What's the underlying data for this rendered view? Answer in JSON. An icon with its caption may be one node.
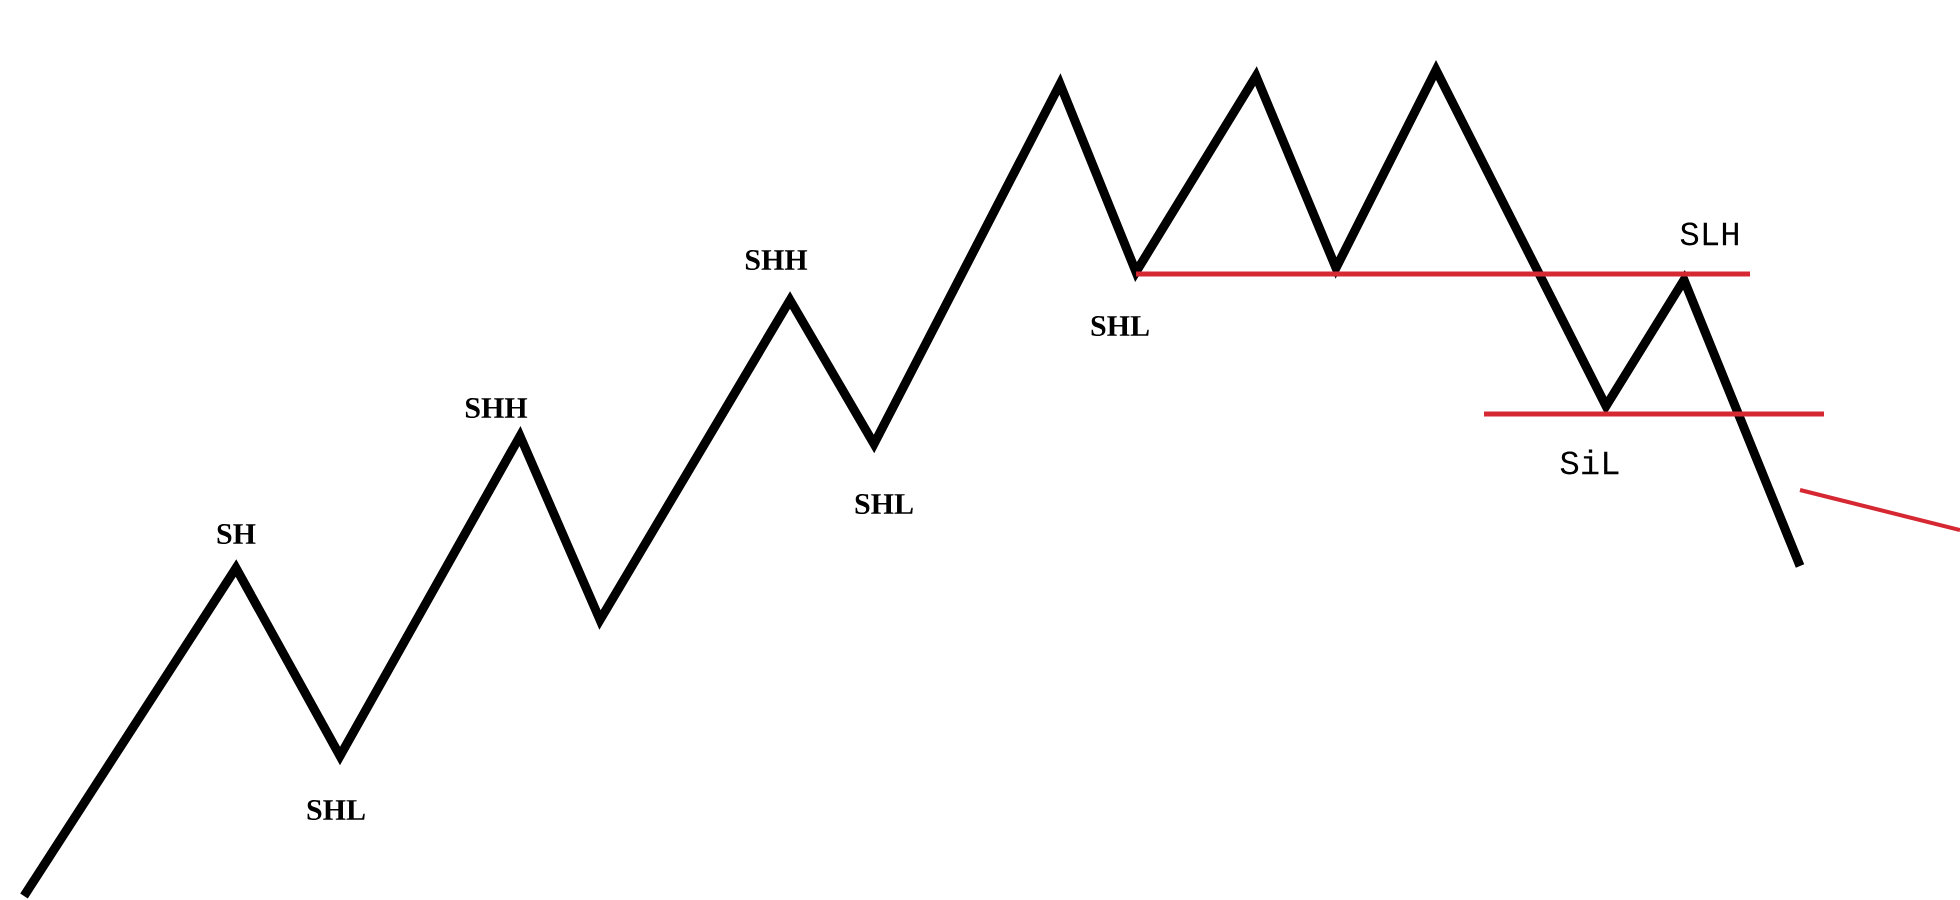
{
  "diagram": {
    "labels": [
      "SH",
      "SHL",
      "SHH",
      "SHH",
      "SHL",
      "SHL",
      "SLH",
      "SiL"
    ]
  }
}
